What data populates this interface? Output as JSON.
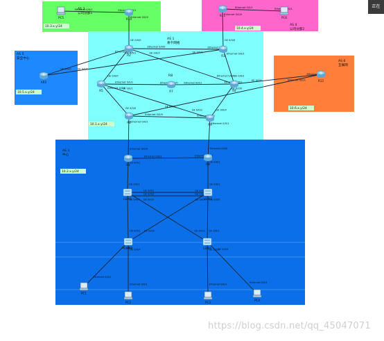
{
  "colors": {
    "as2": "#66ff66",
    "as4": "#ff66cc",
    "as5": "#1e88ff",
    "as1": "#80ffff",
    "as6": "#ff7f3a",
    "as3": "#0a6fe8",
    "link": "#1a2230",
    "router": "#8ec6e8",
    "switch": "#bfe6ff",
    "netlabel": "#ccffcc"
  },
  "top_badge": "正在",
  "watermark": "https://blog.csdn.net/qq_45047071",
  "areas": [
    {
      "key": "as2",
      "title": "AS 2",
      "subtitle": "公司分部1",
      "network": "10.3.x.y/24"
    },
    {
      "key": "as4",
      "title": "AS 4",
      "subtitle": "公司分部2",
      "network": "10.4.x.y/24"
    },
    {
      "key": "as1",
      "title": "AS 1",
      "subtitle": "骨干网络",
      "network": "10.1.x.y/24"
    },
    {
      "key": "as5",
      "title": "AS 5",
      "subtitle": "安全中心",
      "network": "10.5.x.y/24"
    },
    {
      "key": "as6",
      "title": "AS 6",
      "subtitle": "互联网",
      "network": "10.6.x.y/24"
    },
    {
      "key": "as3",
      "title": "AS 3",
      "subtitle": "中心",
      "network": "10.2.x.y/24"
    }
  ],
  "extra_labels": [
    {
      "key": "r8",
      "text": "R8"
    }
  ],
  "devices": [
    {
      "id": "PC5",
      "label": "PC5",
      "type": "pc"
    },
    {
      "id": "R10",
      "label": "R10",
      "type": "router"
    },
    {
      "id": "R11",
      "label": "R11",
      "type": "router"
    },
    {
      "id": "PC6",
      "label": "PC6",
      "type": "pc"
    },
    {
      "id": "R2",
      "label": "R2",
      "type": "router"
    },
    {
      "id": "R3",
      "label": "R3",
      "type": "router"
    },
    {
      "id": "AR5",
      "label": "AR5",
      "type": "router"
    },
    {
      "id": "R5",
      "label": "R5",
      "type": "router"
    },
    {
      "id": "R7",
      "label": "R7",
      "type": "router"
    },
    {
      "id": "R4",
      "label": "R4",
      "type": "router"
    },
    {
      "id": "R12",
      "label": "R12",
      "type": "router"
    },
    {
      "id": "R6",
      "label": "R6",
      "type": "router"
    },
    {
      "id": "R9",
      "label": "R9",
      "type": "router"
    },
    {
      "id": "R1",
      "label": "R1",
      "type": "router"
    },
    {
      "id": "R8b",
      "label": "R8",
      "type": "router"
    },
    {
      "id": "LSW1",
      "label": "LSW1",
      "type": "switch"
    },
    {
      "id": "LSW2",
      "label": "LSW2",
      "type": "switch"
    },
    {
      "id": "LSW3",
      "label": "LSW3",
      "type": "switch"
    },
    {
      "id": "LSW4",
      "label": "LSW4",
      "type": "switch"
    },
    {
      "id": "PC1",
      "label": "PC1",
      "type": "pc"
    },
    {
      "id": "PC2",
      "label": "PC2",
      "type": "pc"
    },
    {
      "id": "PC3",
      "label": "PC3",
      "type": "pc"
    },
    {
      "id": "PC4",
      "label": "PC4",
      "type": "pc"
    }
  ],
  "links": [
    {
      "a": "PC5",
      "b": "R10",
      "la": "Ethernet 0/0/1",
      "lb": "Ethernet 0/0/1"
    },
    {
      "a": "R10",
      "b": "R2",
      "la": "Ethernet 0/0/0",
      "lb": "GE 0/0/0"
    },
    {
      "a": "R11",
      "b": "PC6",
      "la": "Ethernet 0/0/1",
      "lb": "Ethernet 0/0/1"
    },
    {
      "a": "R11",
      "b": "R3",
      "la": "Ethernet 0/0/0",
      "lb": "GE 0/0/0"
    },
    {
      "a": "R2",
      "b": "R3",
      "la": "Ethernet 0/0/0",
      "lb": "Ethernet 0/0/0"
    },
    {
      "a": "R2",
      "b": "AR5",
      "la": "Ethernet 0/0/1",
      "lb": "GE 0/0/0"
    },
    {
      "a": "R3",
      "b": "AR5",
      "la": "GE 0/0/1",
      "lb": "GE 0/0/1"
    },
    {
      "a": "R2",
      "b": "R5",
      "la": "GE 0/0/1",
      "lb": "GE 0/0/0"
    },
    {
      "a": "R2",
      "b": "R4",
      "la": "GE 0/0/2",
      "lb": "Ethernet 0/0/0"
    },
    {
      "a": "R3",
      "b": "R4",
      "la": "Ethernet 0/0/1",
      "lb": "GE 0/0/1"
    },
    {
      "a": "R5",
      "b": "R7",
      "la": "Ethernet 0/0/1",
      "lb": "Ethernet 0/0/0"
    },
    {
      "a": "R7",
      "b": "R4",
      "la": "Ethernet 0/0/1",
      "lb": "Ethernet 0/0/1"
    },
    {
      "a": "R5",
      "b": "R6",
      "la": "Ethernet 0/0/0",
      "lb": "GE 0/0/0"
    },
    {
      "a": "R5",
      "b": "R9",
      "la": "GE 0/0/1",
      "lb": "GE 0/0/1"
    },
    {
      "a": "R4",
      "b": "R9",
      "la": "GE 0/0/0",
      "lb": "GE 0/0/0"
    },
    {
      "a": "R6",
      "b": "R9",
      "la": "Ethernet 0/0/0",
      "lb": "Ethernet 0/0/0"
    },
    {
      "a": "R12",
      "b": "R4",
      "la": "Ethernet 0/0/0",
      "lb": "GE 0/0/1"
    },
    {
      "a": "R12",
      "b": "R6",
      "la": "Ethernet 0/0/1",
      "lb": "GE 0/0/1"
    },
    {
      "a": "R6",
      "b": "R1",
      "la": "Ethernet 0/0/1",
      "lb": "Ethernet 0/0/0"
    },
    {
      "a": "R9",
      "b": "R8b",
      "la": "Ethernet 0/0/1",
      "lb": "Ethernet 0/0/0"
    },
    {
      "a": "R1",
      "b": "R8b",
      "la": "Ethernet 0/0/1",
      "lb": "Ethernet 0/0/1"
    },
    {
      "a": "R1",
      "b": "LSW1",
      "la": "GE 0/0/1",
      "lb": "GE 0/0/1"
    },
    {
      "a": "R8b",
      "b": "LSW2",
      "la": "GE 0/0/1",
      "lb": "GE 0/0/1"
    },
    {
      "a": "LSW1",
      "b": "LSW2",
      "la": "GE 0/0/2",
      "lb": "GE 0/0/2"
    },
    {
      "a": "LSW1",
      "b": "LSW2",
      "la": "GE 0/0/3",
      "lb": "GE 0/0/3"
    },
    {
      "a": "LSW1",
      "b": "LSW3",
      "la": "GE 0/0/4",
      "lb": "GE 0/0/1"
    },
    {
      "a": "LSW1",
      "b": "LSW4",
      "la": "GE 0/0/5",
      "lb": "GE 0/0/2"
    },
    {
      "a": "LSW2",
      "b": "LSW3",
      "la": "GE 0/0/4",
      "lb": "GE 0/0/2"
    },
    {
      "a": "LSW2",
      "b": "LSW4",
      "la": "GE 0/0/5",
      "lb": "GE 0/0/1"
    },
    {
      "a": "LSW3",
      "b": "PC1",
      "la": "GE 0/0/3",
      "lb": "Ethernet 0/0/1"
    },
    {
      "a": "LSW3",
      "b": "PC2",
      "la": "GE 0/0/4",
      "lb": "Ethernet 0/0/1"
    },
    {
      "a": "LSW4",
      "b": "PC3",
      "la": "GE 0/0/3",
      "lb": "Ethernet 0/0/1"
    },
    {
      "a": "LSW4",
      "b": "PC4",
      "la": "GE 0/0/4",
      "lb": "Ethernet 0/0/1"
    }
  ]
}
